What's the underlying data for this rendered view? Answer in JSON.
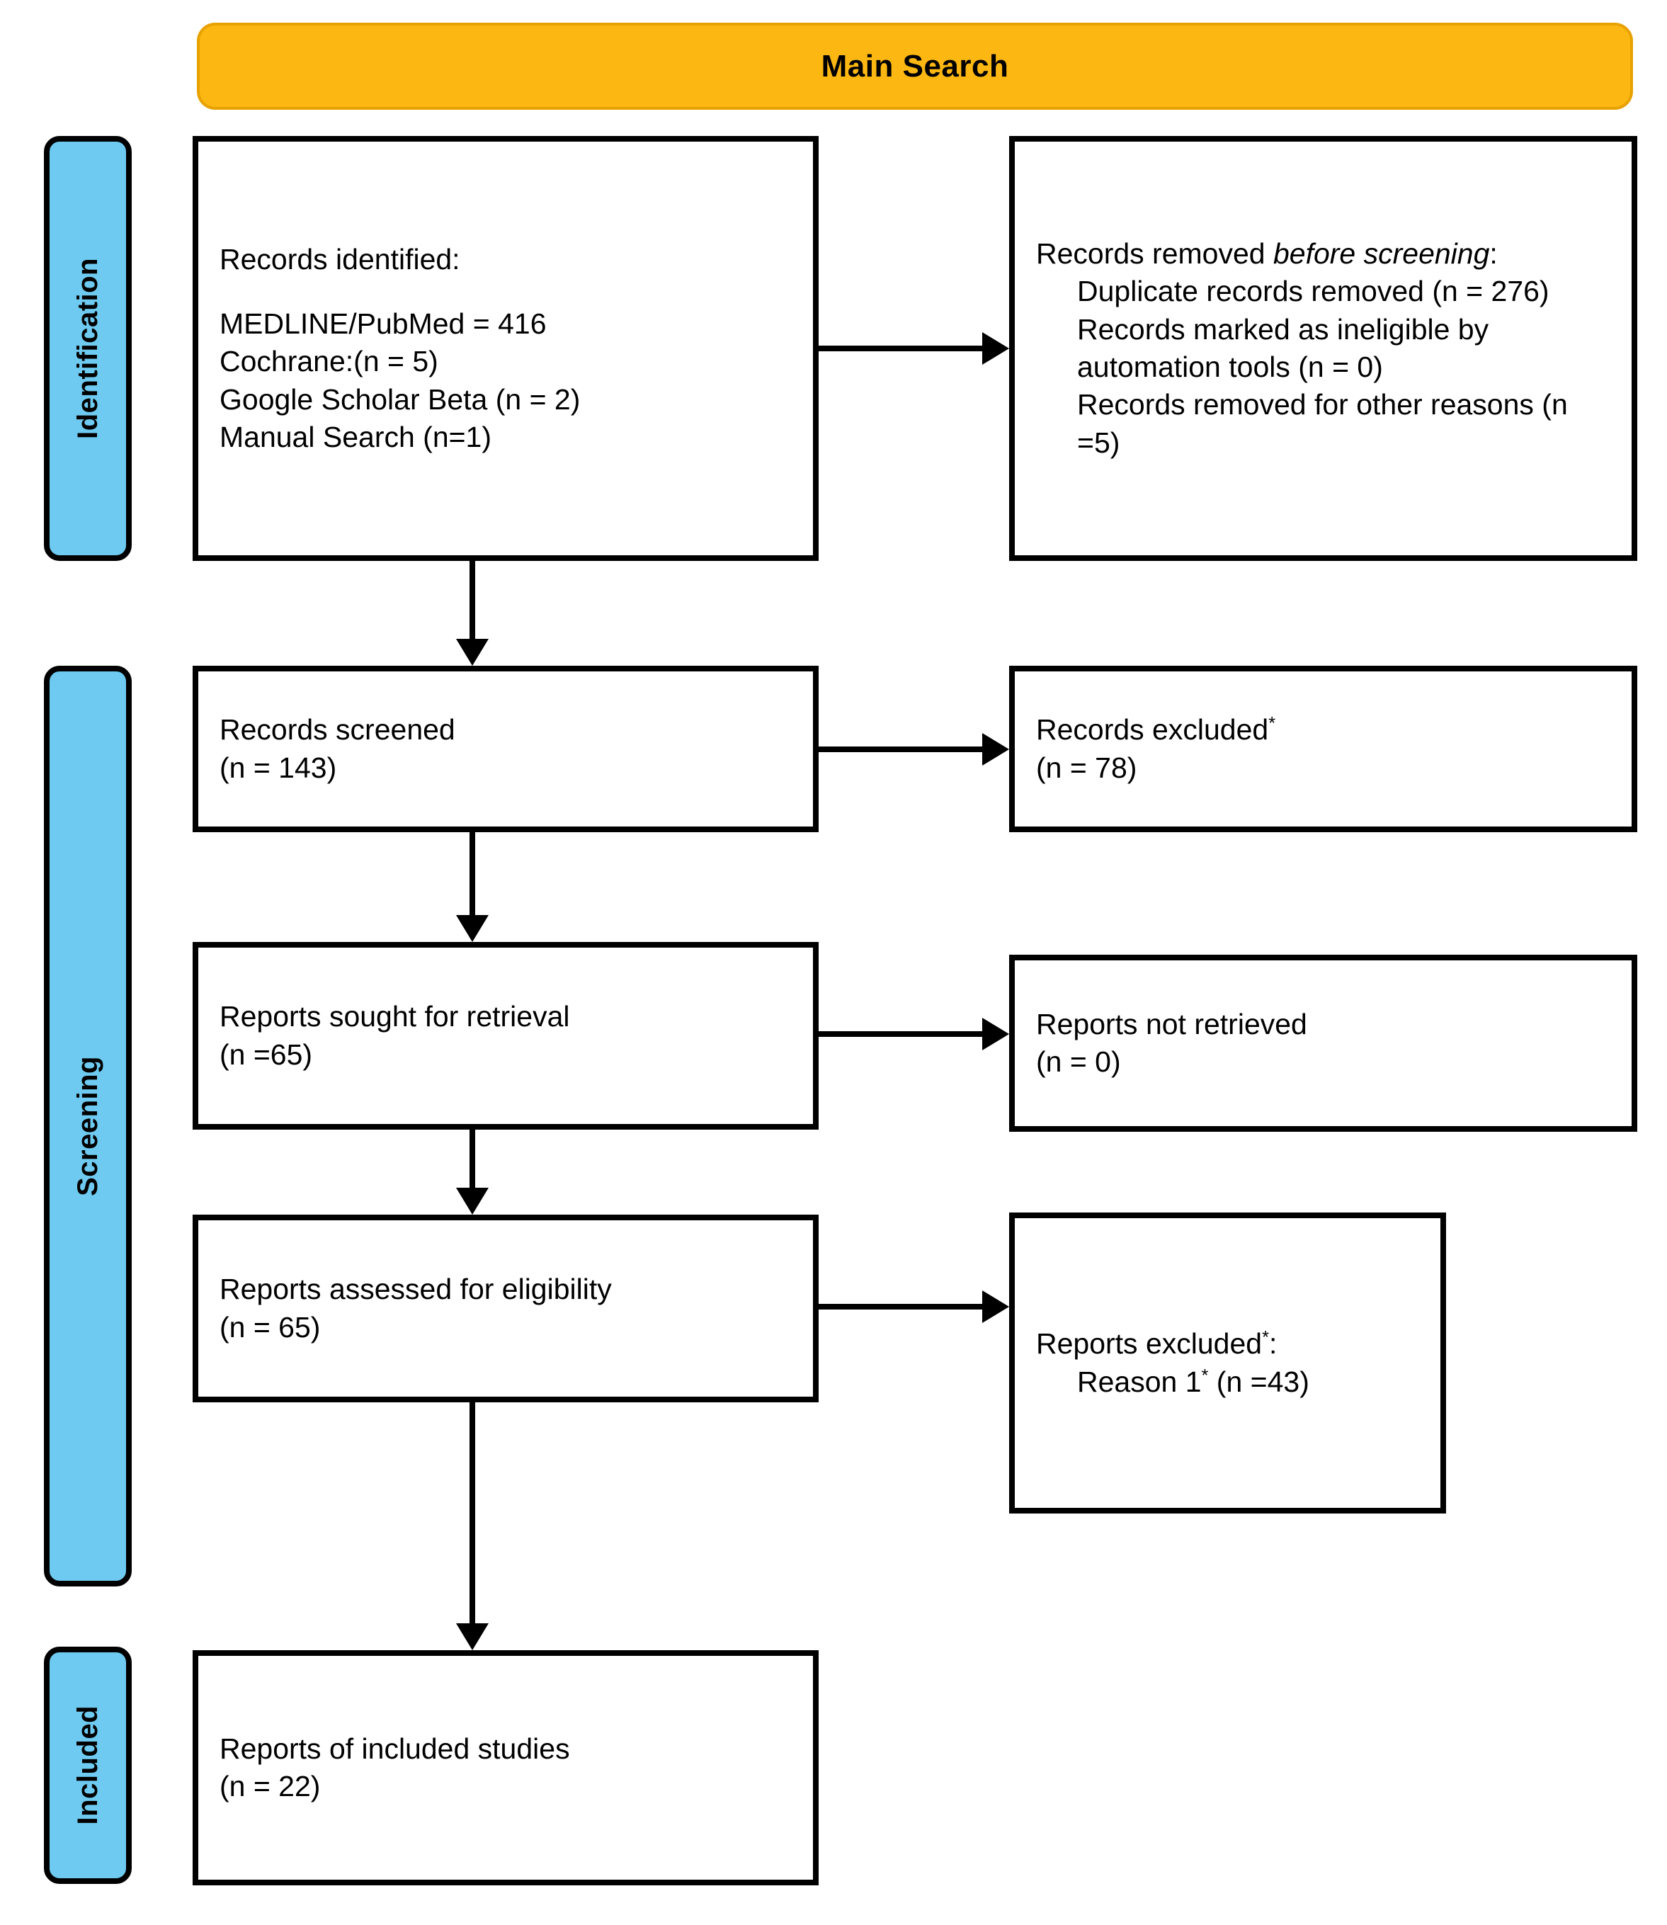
{
  "header": {
    "title": "Main Search",
    "fill_color": "#FCB712",
    "border_color": "#E8A200"
  },
  "stages": [
    {
      "key": "identification",
      "label": "Identification",
      "color": "#6ECAF0"
    },
    {
      "key": "screening",
      "label": "Screening",
      "color": "#6ECAF0"
    },
    {
      "key": "included",
      "label": "Included",
      "color": "#6ECAF0"
    }
  ],
  "boxes": {
    "records_identified": {
      "title": "Records identified:",
      "lines": [
        "MEDLINE/PubMed = 416",
        "Cochrane:(n = 5)",
        "Google Scholar Beta (n = 2)",
        "Manual Search (n=1)"
      ]
    },
    "records_removed": {
      "title_plain": "Records removed ",
      "title_italic": "before screening",
      "title_suffix": ":",
      "lines": [
        "Duplicate records removed (n = 276)",
        "Records marked as ineligible by automation tools (n = 0)",
        "Records removed for other reasons (n =5)"
      ]
    },
    "records_screened": {
      "line1": "Records screened",
      "line2": "(n = 143)"
    },
    "records_excluded": {
      "line1": "Records excluded",
      "line1_sup": "*",
      "line2": "(n = 78)"
    },
    "reports_sought": {
      "line1": "Reports sought for retrieval",
      "line2": "(n =65)"
    },
    "reports_not_retrieved": {
      "line1": "Reports not retrieved",
      "line2": "(n = 0)"
    },
    "reports_assessed": {
      "line1": "Reports assessed for eligibility",
      "line2": "(n = 65)"
    },
    "reports_excluded": {
      "line1": "Reports excluded",
      "line1_sup": "*",
      "line1_suffix": ":",
      "line2": "Reason 1",
      "line2_sup": "*",
      "line2_suffix": " (n =43)"
    },
    "reports_included": {
      "line1": "Reports of included studies",
      "line2": "(n = 22)"
    }
  },
  "chart_data": {
    "type": "diagram",
    "title": "Main Search",
    "diagram_kind": "PRISMA 2020 flow diagram",
    "stages": [
      "Identification",
      "Screening",
      "Included"
    ],
    "nodes": [
      {
        "id": "records_identified",
        "stage": "Identification",
        "counts": {
          "MEDLINE/PubMed": 416,
          "Cochrane": 5,
          "Google Scholar Beta": 2,
          "Manual Search": 1
        }
      },
      {
        "id": "records_removed",
        "stage": "Identification",
        "counts": {
          "Duplicate records removed": 276,
          "Marked ineligible by automation tools": 0,
          "Removed for other reasons": 5
        }
      },
      {
        "id": "records_screened",
        "stage": "Screening",
        "n": 143
      },
      {
        "id": "records_excluded",
        "stage": "Screening",
        "n": 78
      },
      {
        "id": "reports_sought",
        "stage": "Screening",
        "n": 65
      },
      {
        "id": "reports_not_retrieved",
        "stage": "Screening",
        "n": 0
      },
      {
        "id": "reports_assessed",
        "stage": "Screening",
        "n": 65
      },
      {
        "id": "reports_excluded",
        "stage": "Screening",
        "n": 43,
        "reasons": [
          {
            "label": "Reason 1*",
            "n": 43
          }
        ]
      },
      {
        "id": "reports_included",
        "stage": "Included",
        "n": 22
      }
    ],
    "edges": [
      {
        "from": "records_identified",
        "to": "records_removed",
        "direction": "right"
      },
      {
        "from": "records_identified",
        "to": "records_screened",
        "direction": "down"
      },
      {
        "from": "records_screened",
        "to": "records_excluded",
        "direction": "right"
      },
      {
        "from": "records_screened",
        "to": "reports_sought",
        "direction": "down"
      },
      {
        "from": "reports_sought",
        "to": "reports_not_retrieved",
        "direction": "right"
      },
      {
        "from": "reports_sought",
        "to": "reports_assessed",
        "direction": "down"
      },
      {
        "from": "reports_assessed",
        "to": "reports_excluded",
        "direction": "right"
      },
      {
        "from": "reports_assessed",
        "to": "reports_included",
        "direction": "down"
      }
    ]
  }
}
